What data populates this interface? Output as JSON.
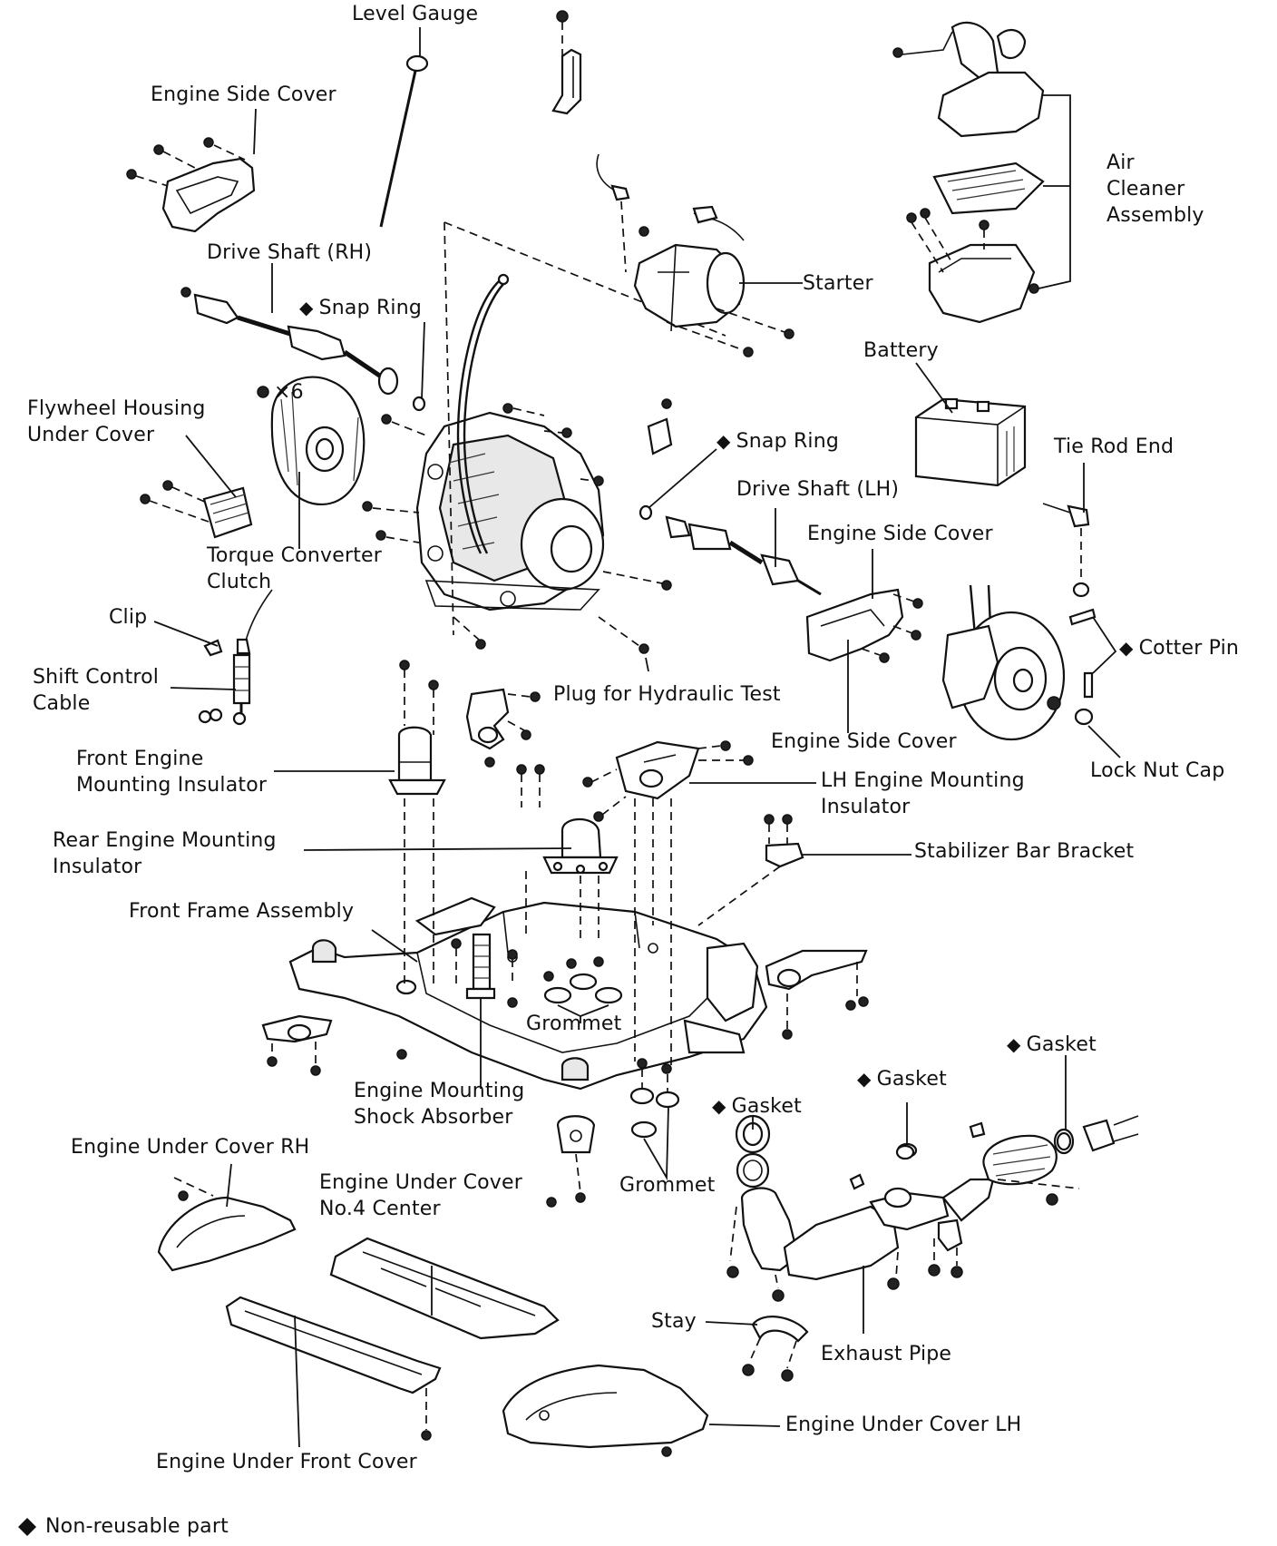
{
  "marker_symbol": "◆",
  "labels": {
    "level_gauge": "Level Gauge",
    "engine_side_cover_top": "Engine Side Cover",
    "drive_shaft_rh": "Drive Shaft (RH)",
    "snap_ring_rh": "Snap Ring",
    "starter": "Starter",
    "air_cleaner": [
      "Air",
      "Cleaner",
      "Assembly"
    ],
    "battery": "Battery",
    "tie_rod_end": "Tie Rod End",
    "bolt_count": "×6",
    "flywheel_housing": [
      "Flywheel Housing",
      "Under Cover"
    ],
    "snap_ring_lh": "Snap Ring",
    "drive_shaft_lh": "Drive Shaft (LH)",
    "engine_side_cover_upper_lh": "Engine Side Cover",
    "torque_converter": [
      "Torque Converter",
      "Clutch"
    ],
    "clip": "Clip",
    "cotter_pin": "Cotter Pin",
    "shift_control_cable": [
      "Shift Control",
      "Cable"
    ],
    "plug_hydraulic_test": "Plug for Hydraulic Test",
    "front_engine_mount": [
      "Front Engine",
      "Mounting Insulator"
    ],
    "engine_side_cover_lower_lh": "Engine Side Cover",
    "lock_nut_cap": "Lock Nut Cap",
    "lh_engine_mount": [
      "LH Engine Mounting",
      "Insulator"
    ],
    "rear_engine_mount": [
      "Rear Engine Mounting",
      "Insulator"
    ],
    "stabilizer_bracket": "Stabilizer Bar Bracket",
    "front_frame": "Front Frame Assembly",
    "grommet_center": "Grommet",
    "gasket_right": "Gasket",
    "gasket_mid": "Gasket",
    "gasket_left": "Gasket",
    "shock_absorber": [
      "Engine Mounting",
      "Shock Absorber"
    ],
    "under_cover_rh": "Engine Under Cover RH",
    "under_cover_center": [
      "Engine Under Cover",
      "No.4 Center"
    ],
    "grommet_lower": "Grommet",
    "stay": "Stay",
    "exhaust_pipe": "Exhaust Pipe",
    "under_cover_lh": "Engine Under Cover LH",
    "under_front_cover": "Engine Under Front Cover"
  },
  "legend": {
    "text": "Non-reusable part"
  }
}
